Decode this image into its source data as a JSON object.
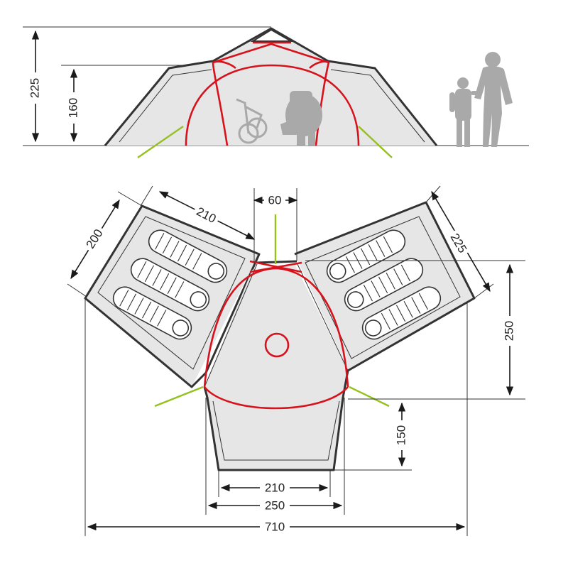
{
  "colors": {
    "pole": "#d8121d",
    "guyline": "#94c11f",
    "floor": "#e6e6e6",
    "outline": "#333333",
    "silhouette": "#a9a9a9"
  },
  "side_view": {
    "total_height_label": "225",
    "inner_height_label": "160",
    "silhouettes": [
      "bicycle-icon",
      "backpacker-icon",
      "child-icon",
      "adult-icon"
    ]
  },
  "floor_plan": {
    "left_cabin_width_label": "210",
    "left_cabin_length_label": "200",
    "tunnel_width_label": "60",
    "right_cabin_length_label": "225",
    "center_depth_label": "250",
    "vestibule_depth_label": "150",
    "vestibule_inner_width_label": "210",
    "vestibule_outer_width_label": "250",
    "total_width_label": "710"
  }
}
